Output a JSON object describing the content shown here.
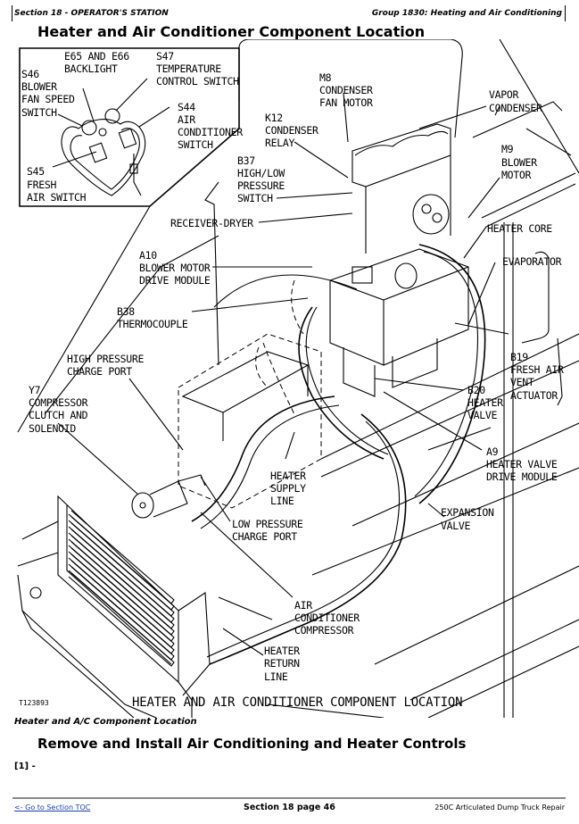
{
  "header": {
    "section": "Section 18 - OPERATOR'S STATION",
    "group": "Group 1830: Heating and Air Conditioning"
  },
  "title": "Heater and Air Conditioner Component Location",
  "diagram": {
    "figure_id": "T123893",
    "figure_caption": "HEATER AND AIR CONDITIONER COMPONENT LOCATION",
    "inset_labels": {
      "e65_e66": [
        "E65 AND E66",
        "BACKLIGHT"
      ],
      "s47": [
        "S47",
        "TEMPERATURE",
        "CONTROL SWITCH"
      ],
      "s46": [
        "S46",
        "BLOWER",
        "FAN SPEED",
        "SWITCH"
      ],
      "s44": [
        "S44",
        "AIR",
        "CONDITIONER",
        "SWITCH"
      ],
      "s45": [
        "S45",
        "FRESH",
        "AIR SWITCH"
      ]
    },
    "labels": {
      "m8": [
        "M8",
        "CONDENSER",
        "FAN MOTOR"
      ],
      "vapor_condenser": [
        "VAPOR",
        "CONDENSER"
      ],
      "k12": [
        "K12",
        "CONDENSER",
        "RELAY"
      ],
      "b37": [
        "B37",
        "HIGH/LOW",
        "PRESSURE",
        "SWITCH"
      ],
      "receiver_dryer": [
        "RECEIVER-DRYER"
      ],
      "m9": [
        "M9",
        "BLOWER",
        "MOTOR"
      ],
      "heater_core": [
        "HEATER CORE"
      ],
      "evaporator": [
        "EVAPORATOR"
      ],
      "a10": [
        "A10",
        "BLOWER MOTOR",
        "DRIVE MODULE"
      ],
      "b38": [
        "B38",
        "THERMOCOUPLE"
      ],
      "hp_port": [
        "HIGH PRESSURE",
        "CHARGE PORT"
      ],
      "b19": [
        "B19",
        "FRESH AIR",
        "VENT",
        "ACTUATOR"
      ],
      "y7": [
        "Y7",
        "COMPRESSOR",
        "CLUTCH AND",
        "SOLENOID"
      ],
      "b20": [
        "B20",
        "HEATER",
        "VALVE"
      ],
      "a9": [
        "A9",
        "HEATER VALVE",
        "DRIVE MODULE"
      ],
      "heater_supply": [
        "HEATER",
        "SUPPLY",
        "LINE"
      ],
      "lp_port": [
        "LOW PRESSURE",
        "CHARGE PORT"
      ],
      "expansion_valve": [
        "EXPANSION",
        "VALVE"
      ],
      "ac_compressor": [
        "AIR",
        "CONDITIONER",
        "COMPRESSOR"
      ],
      "heater_return": [
        "HEATER",
        "RETURN",
        "LINE"
      ]
    }
  },
  "figure_caption_text": "Heater and A/C Component Location",
  "title2": "Remove and Install Air Conditioning and Heater Controls",
  "step_marker": "[1] -",
  "footer": {
    "toc_link": "<- Go to Section TOC",
    "page": "Section 18 page 46",
    "doc_title": "250C Articulated Dump Truck Repair"
  }
}
